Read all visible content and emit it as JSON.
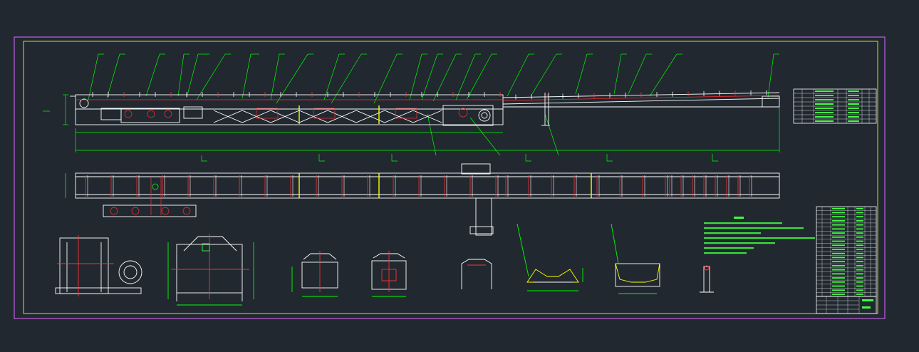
{
  "drawing": {
    "background": "#212830",
    "colors": {
      "outer_border": "#c060e0",
      "inner_border": "#e0e000",
      "geometry": "#ffffff",
      "geometry_red": "#ff3030",
      "dimension": "#00ff00",
      "highlight": "#ffff00",
      "text_green": "#40ff40"
    },
    "views": [
      "side-elevation",
      "plan-view",
      "section-head",
      "section-drive",
      "section-carry-1",
      "section-carry-2",
      "section-return",
      "section-impact-1",
      "section-impact-2",
      "section-post"
    ],
    "tables": [
      "parts-list-top",
      "parts-list-bottom",
      "title-block"
    ],
    "notes_block": "technical-requirements"
  }
}
